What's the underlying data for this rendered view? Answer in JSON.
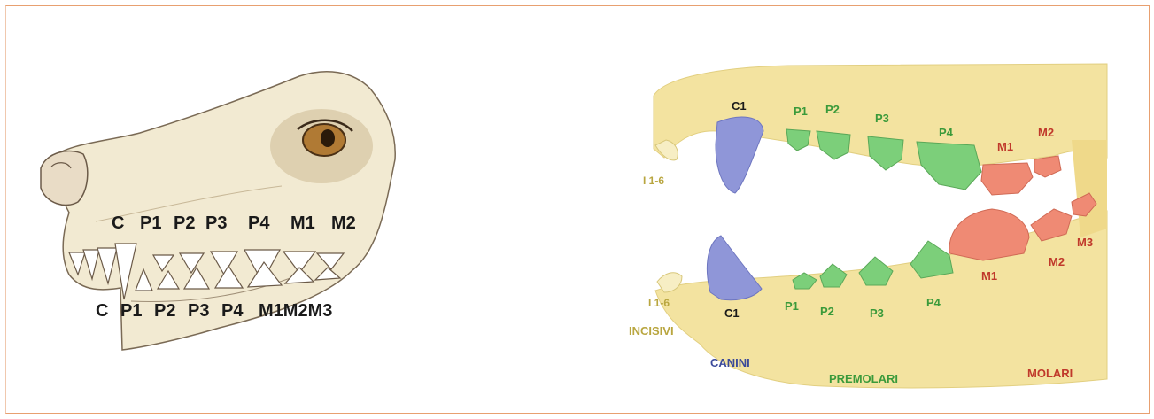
{
  "left_diagram": {
    "upper_labels": [
      "C",
      "P1",
      "P2",
      "P3",
      "P4",
      "M1",
      "M2"
    ],
    "lower_labels": [
      "C",
      "P1",
      "P2",
      "P3",
      "P4",
      "M1M2M3"
    ]
  },
  "right_diagram": {
    "upper": {
      "incisors": "I 1-6",
      "canine": "C1",
      "premolars": [
        "P1",
        "P2",
        "P3",
        "P4"
      ],
      "molars": [
        "M1",
        "M2"
      ]
    },
    "lower": {
      "incisors": "I 1-6",
      "canine": "C1",
      "premolars": [
        "P1",
        "P2",
        "P3",
        "P4"
      ],
      "molars": [
        "M1",
        "M2",
        "M3"
      ]
    },
    "groups": {
      "incisivi": "INCISIVI",
      "canini": "CANINI",
      "premolari": "PREMOLARI",
      "molari": "MOLARI"
    },
    "colors": {
      "canine": "#8f96d8",
      "premolar": "#7ccf7a",
      "molar": "#ef8a74",
      "bone": "#f3e3a0",
      "label_green": "#3a9a3a",
      "label_red": "#c0392b",
      "label_blue": "#3b4a9a",
      "label_yellow": "#b9a640"
    }
  }
}
